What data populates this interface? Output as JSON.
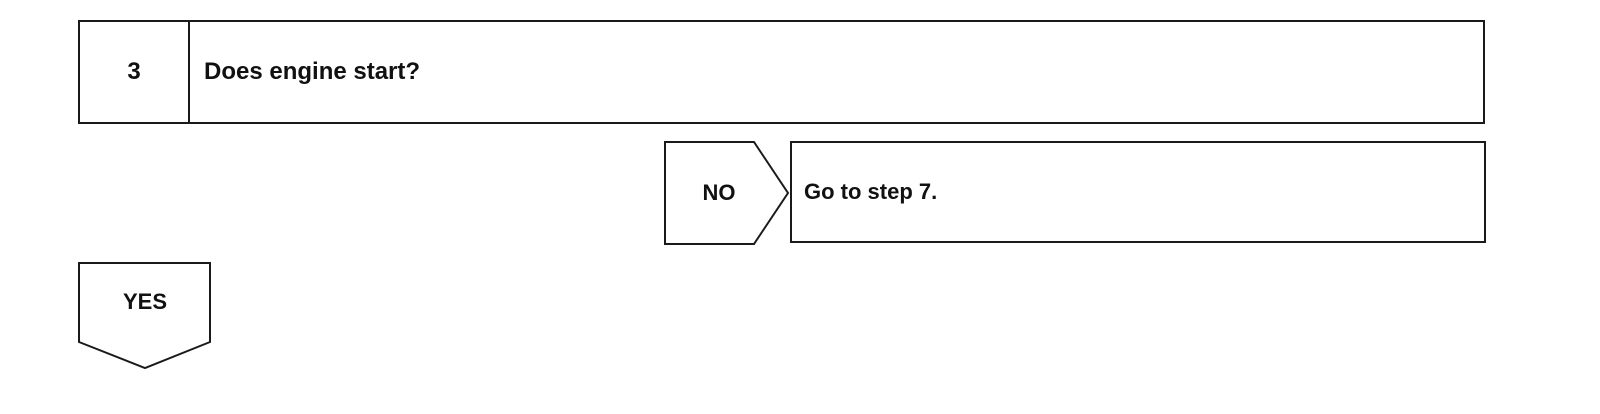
{
  "step": {
    "number": "3",
    "question": "Does engine start?"
  },
  "no_branch": {
    "label": "NO",
    "result": "Go to step 7."
  },
  "yes_branch": {
    "label": "YES"
  },
  "colors": {
    "stroke": "#1a1a1a",
    "background": "#ffffff",
    "text": "#111111"
  }
}
